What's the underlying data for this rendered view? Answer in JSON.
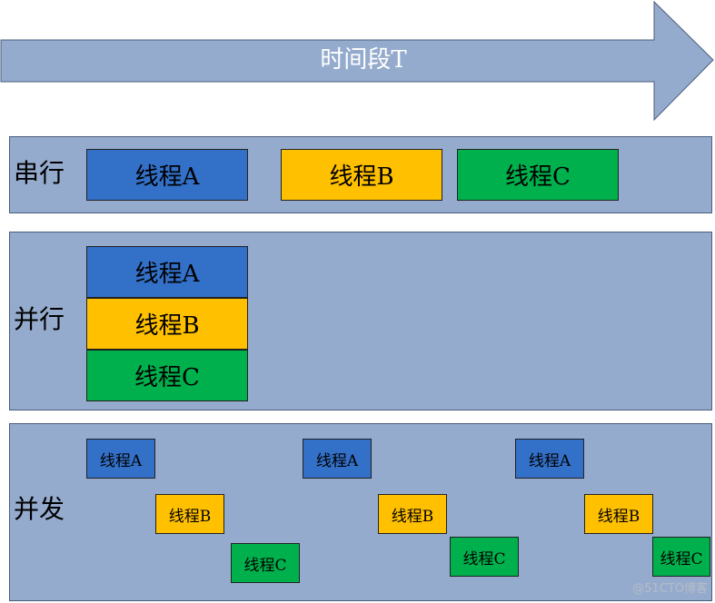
{
  "timeline": {
    "label": "时间段T"
  },
  "colors": {
    "panel": "#95abcd",
    "arrow": "#95abcd",
    "thread_a": "#3370c8",
    "thread_b": "#ffc000",
    "thread_c": "#00b04c"
  },
  "serial": {
    "label": "串行",
    "threads": [
      "线程A",
      "线程B",
      "线程C"
    ]
  },
  "parallel": {
    "label": "并行",
    "threads": [
      "线程A",
      "线程B",
      "线程C"
    ]
  },
  "concurrent": {
    "label": "并发",
    "rounds": [
      [
        "线程A",
        "线程B",
        "线程C"
      ],
      [
        "线程A",
        "线程B",
        "线程C"
      ],
      [
        "线程A",
        "线程B",
        "线程C"
      ]
    ]
  },
  "watermark": "@51CTO博客"
}
